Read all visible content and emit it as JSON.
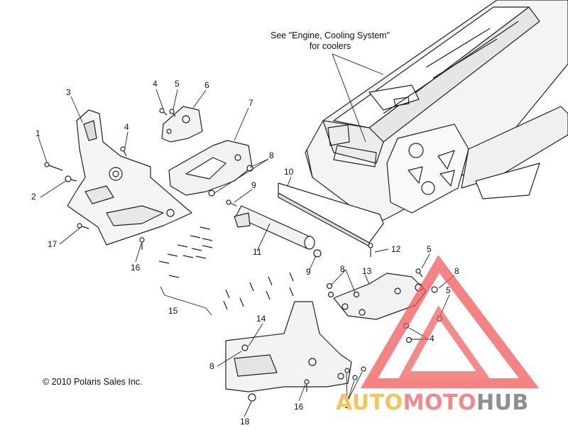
{
  "note": {
    "line1": "See \"Engine, Cooling System\"",
    "line2": "for coolers"
  },
  "callouts": {
    "c1": "1",
    "c2": "2",
    "c3": "3",
    "c4a": "4",
    "c5a": "5",
    "c6": "6",
    "c4b": "4",
    "c7": "7",
    "c8a": "8",
    "c9a": "9",
    "c10": "10",
    "c11": "11",
    "c9b": "9",
    "c12": "12",
    "c17": "17",
    "c16a": "16",
    "c15": "15",
    "c5b": "5",
    "c8b": "8",
    "c13": "13",
    "c8c": "8",
    "c5c": "5",
    "c4c": "4",
    "c14": "14",
    "c8d": "8",
    "c16b": "16",
    "c4d": "4",
    "c18": "18"
  },
  "copyright": "© 2010 Polaris Sales Inc.",
  "watermark": {
    "part1": "AUTO",
    "part2": "MOTO",
    "part3": "HUB",
    "colors": {
      "part1": "#f2c45a",
      "part2": "#f08a8a",
      "part3": "#8f8f8f",
      "triangle": "#f05a5a"
    }
  }
}
